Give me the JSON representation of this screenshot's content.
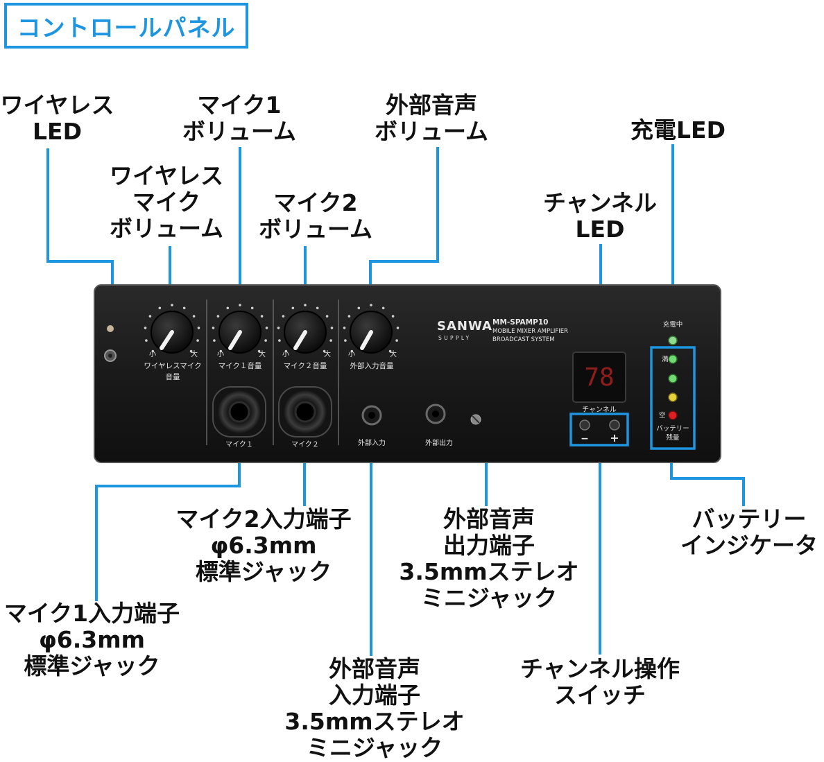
{
  "title": "コントロールパネル",
  "labels": {
    "wireless_led": [
      "ワイヤレス",
      "LED"
    ],
    "wireless_mic_volume": [
      "ワイヤレス",
      "マイク",
      "ボリューム"
    ],
    "mic1_volume": [
      "マイク1",
      "ボリューム"
    ],
    "mic2_volume": [
      "マイク2",
      "ボリューム"
    ],
    "ext_volume": [
      "外部音声",
      "ボリューム"
    ],
    "channel_led": [
      "チャンネル",
      "LED"
    ],
    "charge_led": [
      "充電LED"
    ],
    "mic2_input": [
      "マイク2入力端子",
      "φ6.3mm",
      "標準ジャック"
    ],
    "mic1_input": [
      "マイク1入力端子",
      "φ6.3mm",
      "標準ジャック"
    ],
    "ext_output": [
      "外部音声",
      "出力端子",
      "3.5mmステレオ",
      "ミニジャック"
    ],
    "ext_input": [
      "外部音声",
      "入力端子",
      "3.5mmステレオ",
      "ミニジャック"
    ],
    "channel_switch": [
      "チャンネル操作",
      "スイッチ"
    ],
    "battery_indicator": [
      "バッテリー",
      "インジケータ"
    ]
  },
  "panel": {
    "brand_top": "SANWA",
    "brand_bottom": "SUPPLY",
    "model": "MM-SPAMP10",
    "desc1": "MOBILE MIXER AMPLIFIER",
    "desc2": "BROADCAST SYSTEM",
    "knob_min": "小",
    "knob_max": "大",
    "knob1_label": "ワイヤレスマイク",
    "knob1_label2": "音量",
    "knob2_label": "マイク１音量",
    "knob3_label": "マイク２音量",
    "knob4_label": "外部入力音量",
    "jack1_label": "マイク１",
    "jack2_label": "マイク２",
    "ext_in_label": "外部入力",
    "ext_out_label": "外部出力",
    "display_value": "78",
    "channel_label": "チャンネル",
    "minus": "−",
    "plus": "+",
    "charging_label": "充電中",
    "full_label": "満",
    "empty_label": "空",
    "battery_label": "バッテリー",
    "remaining_label": "残量"
  },
  "colors": {
    "accent": "#1e95e0",
    "panel": "#1b1b1b",
    "led_green": "#6fdc6f",
    "led_yellow": "#e8d23a",
    "led_red": "#e02020",
    "segment_red": "#ff2a2a"
  }
}
